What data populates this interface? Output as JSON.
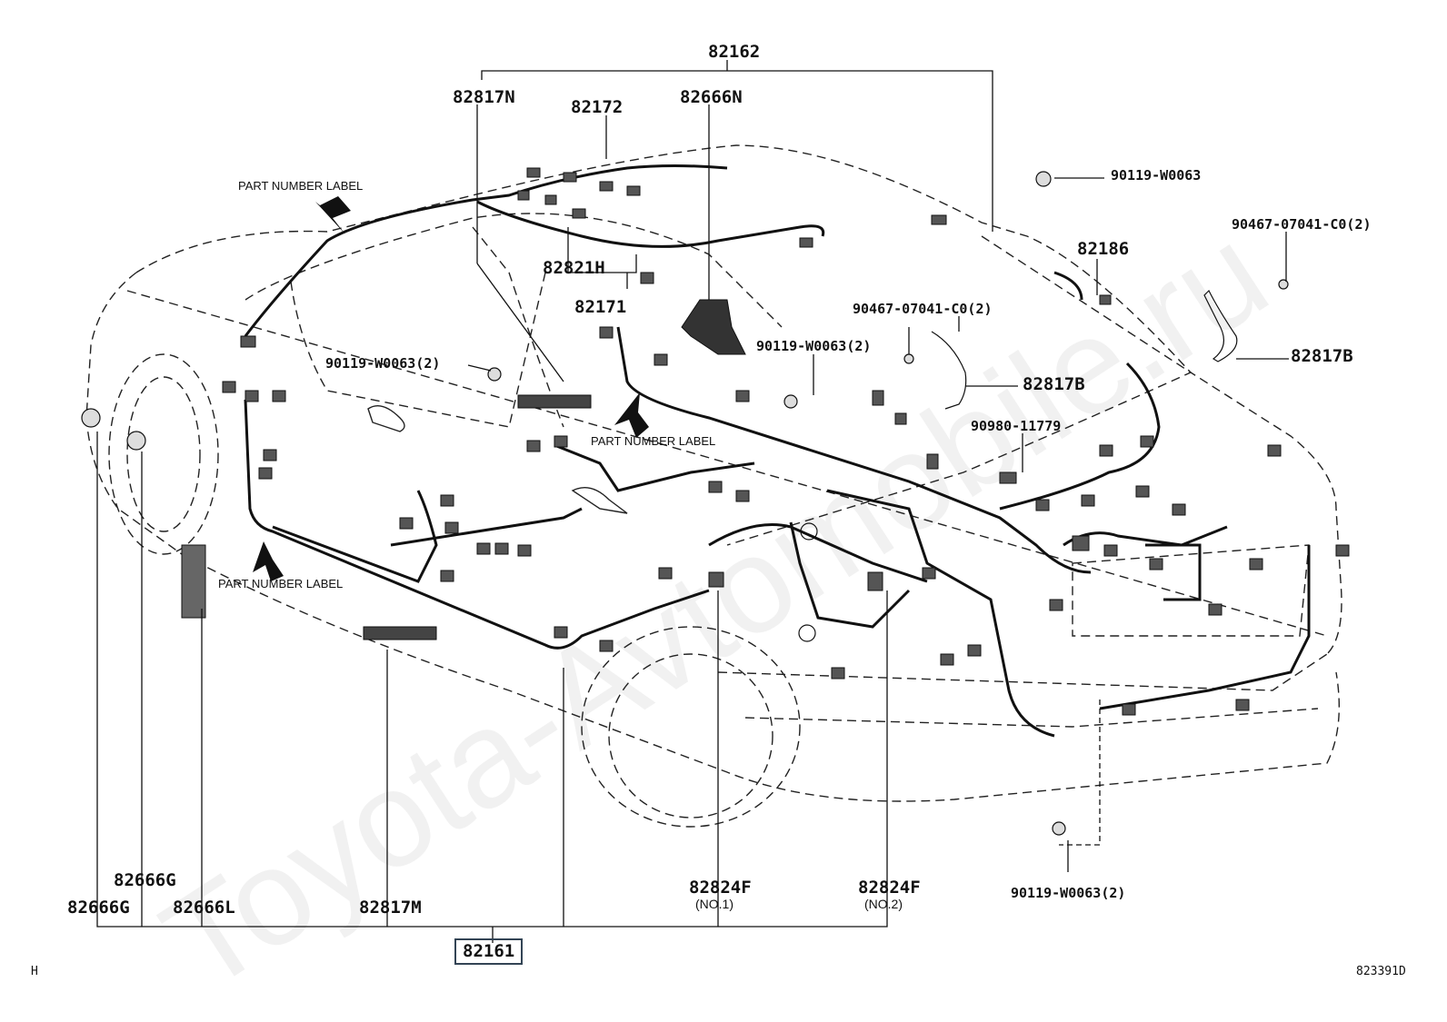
{
  "diagram": {
    "watermark": "Toyota-Avtomobile.ru",
    "code_left": "H",
    "code_right": "823391D",
    "labels": {
      "p82162": "82162",
      "p82817N": "82817N",
      "p82172": "82172",
      "p82666N": "82666N",
      "p90119_a": "90119-W0063",
      "p90467_a": "90467-07041-C0(2)",
      "p82186": "82186",
      "p90467_b": "90467-07041-C0(2)",
      "p82821H": "82821H",
      "p82171": "82171",
      "p90119_b": "90119-W0063(2)",
      "p90119_c": "90119-W0063(2)",
      "p82817B_a": "82817B",
      "p82817B_b": "82817B",
      "p90980": "90980-11779",
      "p82666G_a": "82666G",
      "p82666G_b": "82666G",
      "p82666L": "82666L",
      "p82817M": "82817M",
      "p82824F_a": "82824F",
      "p82824F_b": "82824F",
      "p82161": "82161",
      "p90119_d": "90119-W0063(2)"
    },
    "notes": {
      "pnl_top": "PART NUMBER LABEL",
      "pnl_mid": "PART NUMBER LABEL",
      "pnl_low": "PART NUMBER LABEL",
      "no1": "(NO.1)",
      "no2": "(NO.2)"
    }
  }
}
